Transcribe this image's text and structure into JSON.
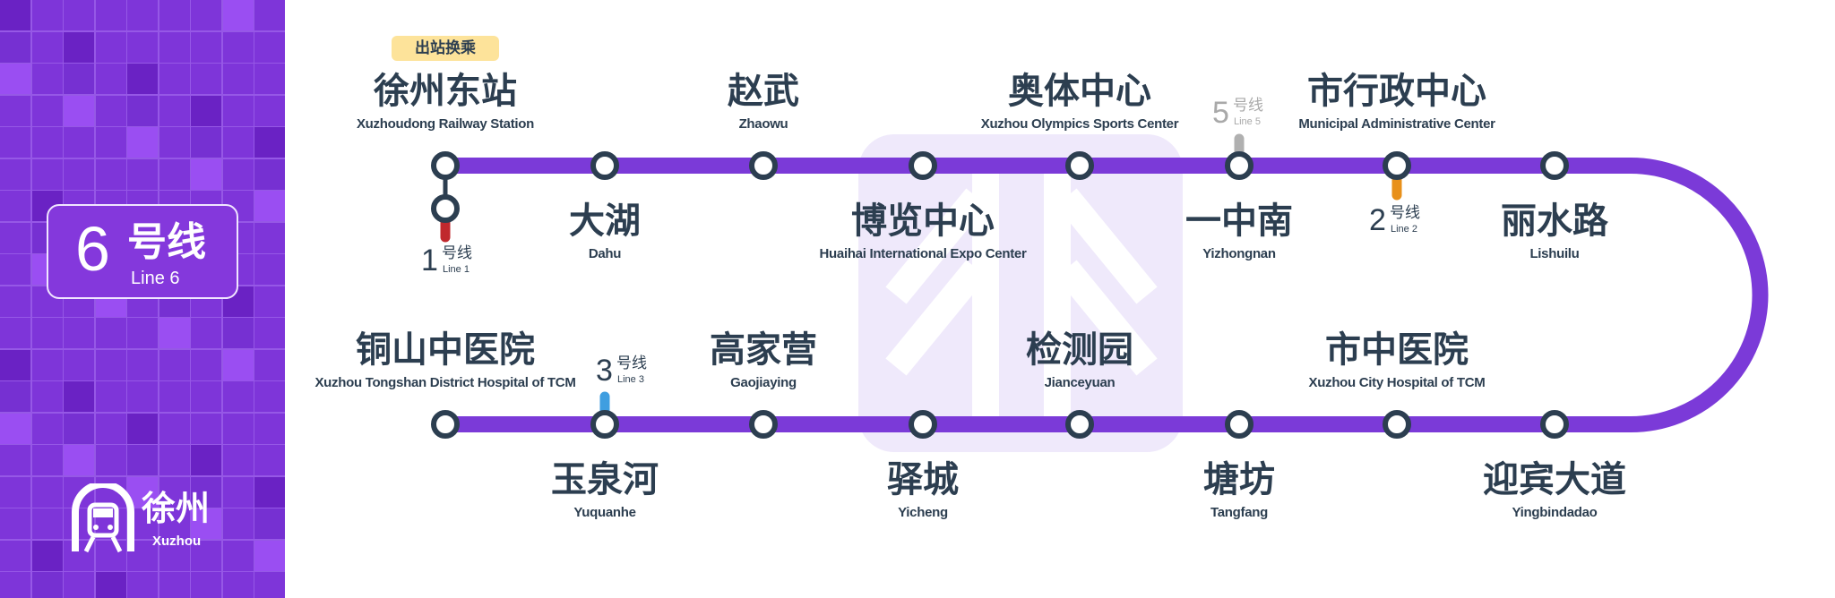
{
  "colors": {
    "line": "#7b3ad8",
    "panel": "#7e35d9",
    "station_ring": "#2c3e50",
    "line1": "#c0282d",
    "line2": "#e8901a",
    "line3": "#3f9ee0",
    "line5": "#b0b0b0"
  },
  "panel": {
    "line_number": "6",
    "line_cn": "号线",
    "line_en": "Line 6",
    "city_cn": "徐州",
    "city_en": "Xuzhou",
    "icon": "metro-train-icon"
  },
  "exit_transfer_badge": "出站换乘",
  "top_row": [
    {
      "cn": "徐州东站",
      "en": "Xuzhoudong Railway Station"
    },
    {
      "cn": "大湖",
      "en": "Dahu"
    },
    {
      "cn": "赵武",
      "en": "Zhaowu"
    },
    {
      "cn": "博览中心",
      "en": "Huaihai International Expo Center"
    },
    {
      "cn": "奥体中心",
      "en": "Xuzhou Olympics Sports Center"
    },
    {
      "cn": "一中南",
      "en": "Yizhongnan"
    },
    {
      "cn": "市行政中心",
      "en": "Municipal Administrative Center"
    },
    {
      "cn": "丽水路",
      "en": "Lishuilu"
    }
  ],
  "bottom_row": [
    {
      "cn": "铜山中医院",
      "en": "Xuzhou Tongshan District Hospital of TCM"
    },
    {
      "cn": "玉泉河",
      "en": "Yuquanhe"
    },
    {
      "cn": "高家营",
      "en": "Gaojiaying"
    },
    {
      "cn": "驿城",
      "en": "Yicheng"
    },
    {
      "cn": "检测园",
      "en": "Jianceyuan"
    },
    {
      "cn": "塘坊",
      "en": "Tangfang"
    },
    {
      "cn": "市中医院",
      "en": "Xuzhou City Hospital of TCM"
    },
    {
      "cn": "迎宾大道",
      "en": "Yingbindadao"
    }
  ],
  "transfers": [
    {
      "num": "1",
      "cn": "号线",
      "en": "Line 1",
      "color": "#c0282d"
    },
    {
      "num": "5",
      "cn": "号线",
      "en": "Line 5",
      "color": "#b0b0b0"
    },
    {
      "num": "2",
      "cn": "号线",
      "en": "Line 2",
      "color": "#e8901a"
    },
    {
      "num": "3",
      "cn": "号线",
      "en": "Line 3",
      "color": "#3f9ee0"
    }
  ]
}
